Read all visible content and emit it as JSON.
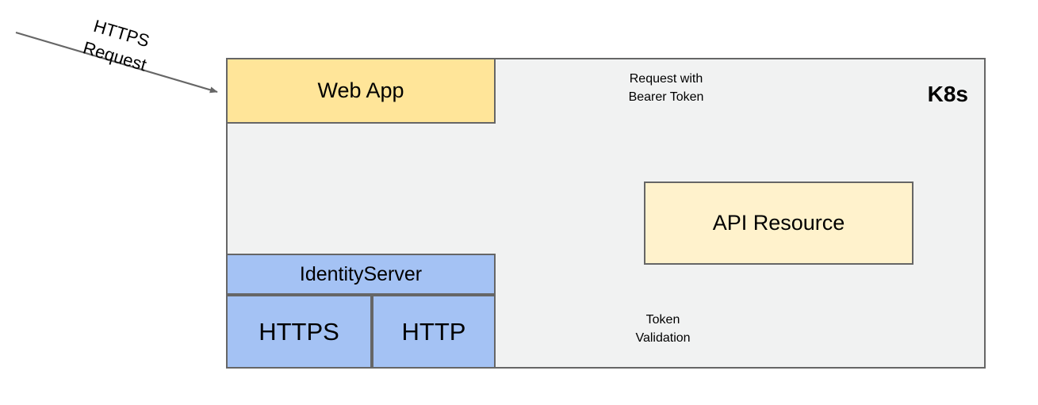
{
  "diagram": {
    "title": "Kubernetes authentication flow diagram",
    "container": {
      "name": "k8s-boundary",
      "label": "K8s",
      "fill": "#F1F2F2",
      "stroke": "#666666"
    },
    "nodes": [
      {
        "id": "web-app",
        "label": "Web App",
        "fill": "#FFE599",
        "stroke": "#666666"
      },
      {
        "id": "api-resource",
        "label": "API Resource",
        "fill": "#FFF2CC",
        "stroke": "#666666"
      },
      {
        "id": "identity-server",
        "label": "IdentityServer",
        "fill": "#A4C2F4",
        "stroke": "#666666"
      },
      {
        "id": "identity-server-https",
        "label": "HTTPS",
        "fill": "#A4C2F4",
        "stroke": "#666666"
      },
      {
        "id": "identity-server-http",
        "label": "HTTP",
        "fill": "#A4C2F4",
        "stroke": "#666666"
      }
    ],
    "edges": [
      {
        "id": "https-request",
        "label": "HTTPS\nRequest",
        "from": "external-client",
        "to": "web-app",
        "stroke": "#666666"
      },
      {
        "id": "request-with-bearer-token",
        "label": "Request with\nBearer Token",
        "from": "web-app",
        "to": "api-resource",
        "stroke": "#666666"
      },
      {
        "id": "token-validation",
        "label": "Token\nValidation",
        "from": "api-resource",
        "to": "identity-server-http",
        "stroke": "#666666"
      }
    ]
  }
}
